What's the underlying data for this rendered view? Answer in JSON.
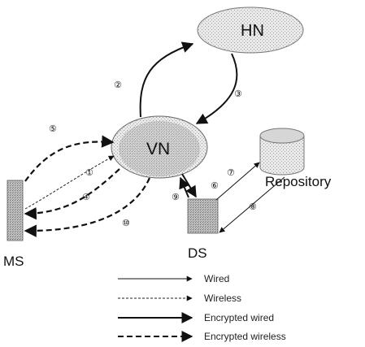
{
  "nodes": {
    "hn": "HN",
    "vn": "VN",
    "ms": "MS",
    "ds": "DS",
    "repository": "Repository"
  },
  "steps": [
    "①",
    "②",
    "③",
    "④",
    "⑤",
    "⑥",
    "⑦",
    "⑧",
    "⑨",
    "⑩"
  ],
  "legend": {
    "wired": "Wired",
    "wireless": "Wireless",
    "encrypted_wired": "Encrypted wired",
    "encrypted_wireless": "Encrypted wireless"
  }
}
